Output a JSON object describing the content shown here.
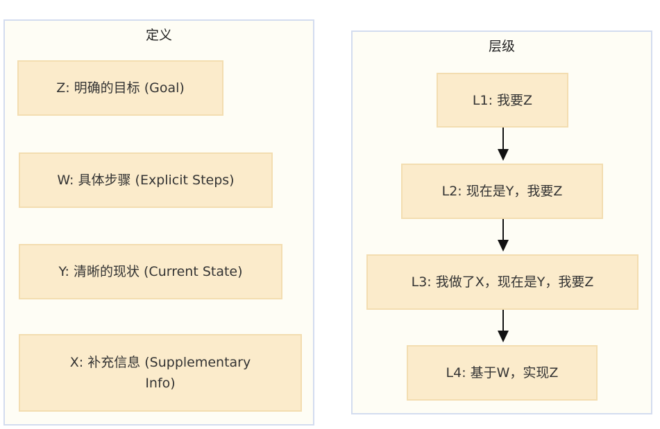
{
  "definition_panel": {
    "title": "定义",
    "items": [
      {
        "label": "Z: 明确的目标 (Goal)"
      },
      {
        "label": "W: 具体步骤 (Explicit Steps)"
      },
      {
        "label": "Y: 清晰的现状 (Current State)"
      },
      {
        "label": "X: 补充信息 (Supplementary Info)"
      }
    ]
  },
  "hierarchy_panel": {
    "title": "层级",
    "levels": [
      {
        "label": "L1: 我要Z"
      },
      {
        "label": "L2: 现在是Y，我要Z"
      },
      {
        "label": "L3: 我做了X，现在是Y，我要Z"
      },
      {
        "label": "L4: 基于W，实现Z"
      }
    ]
  },
  "colors": {
    "panel_bg": "#fefdf5",
    "panel_border": "#d3dcef",
    "node_bg": "#fbebcb",
    "node_border": "#f3ddb0",
    "arrow": "#111111"
  }
}
